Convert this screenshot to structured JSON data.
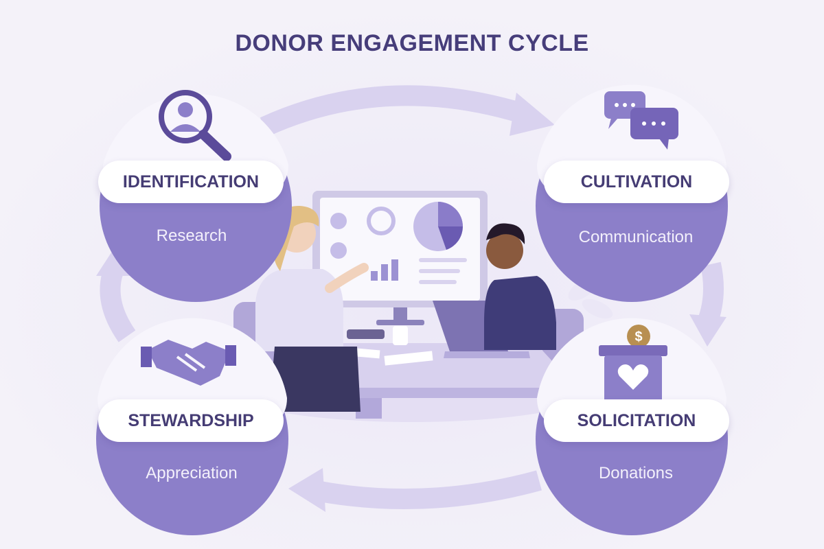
{
  "title": "DONOR ENGAGEMENT CYCLE",
  "colors": {
    "background": "#f4f2f9",
    "accent": "#8c7fc9",
    "accent_dark": "#5b4b9a",
    "title": "#463d7a"
  },
  "stages": [
    {
      "label": "IDENTIFICATION",
      "sublabel": "Research",
      "icon": "magnifier-person-icon"
    },
    {
      "label": "CULTIVATION",
      "sublabel": "Communication",
      "icon": "chat-bubbles-icon"
    },
    {
      "label": "SOLICITATION",
      "sublabel": "Donations",
      "icon": "donation-box-icon"
    },
    {
      "label": "STEWARDSHIP",
      "sublabel": "Appreciation",
      "icon": "handshake-icon"
    }
  ],
  "center_illustration": "two-people-meeting-icon"
}
